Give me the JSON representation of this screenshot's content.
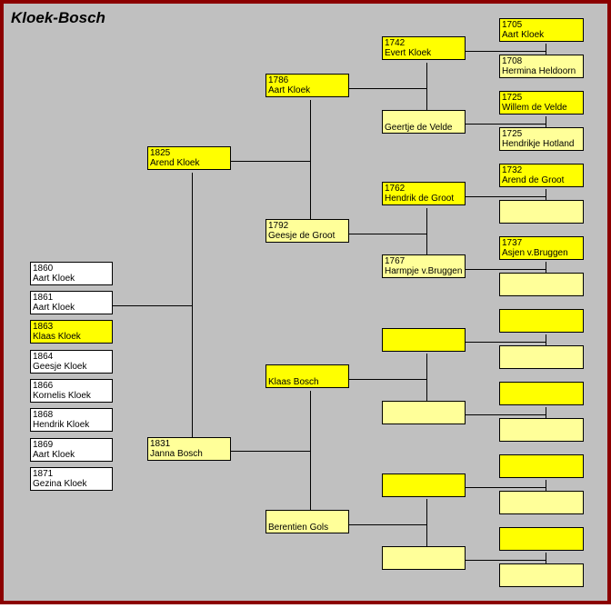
{
  "title": "Kloek-Bosch",
  "colors": {
    "border": "#8b0000",
    "background": "#c0c0c0",
    "known": "#ffff00",
    "unknown": "#ffff99",
    "child": "#ffffff"
  },
  "children": [
    {
      "year": "1860",
      "name": "Aart Kloek"
    },
    {
      "year": "1861",
      "name": "Aart Kloek"
    },
    {
      "year": "1863",
      "name": "Klaas Kloek"
    },
    {
      "year": "1864",
      "name": "Geesje Kloek"
    },
    {
      "year": "1866",
      "name": "Kornelis Kloek"
    },
    {
      "year": "1868",
      "name": "Hendrik Kloek"
    },
    {
      "year": "1869",
      "name": "Aart Kloek"
    },
    {
      "year": "1871",
      "name": "Gezina Kloek"
    }
  ],
  "parents": [
    {
      "year": "1825",
      "name": "Arend Kloek"
    },
    {
      "year": "1831",
      "name": "Janna Bosch"
    }
  ],
  "grandparents": [
    {
      "year": "1786",
      "name": "Aart Kloek"
    },
    {
      "year": "1792",
      "name": "Geesje de Groot"
    },
    {
      "year": "",
      "name": "Klaas Bosch"
    },
    {
      "year": "",
      "name": "Berentien Gols"
    }
  ],
  "great_grandparents": [
    {
      "year": "1742",
      "name": "Evert Kloek"
    },
    {
      "year": "",
      "name": "Geertje de Velde"
    },
    {
      "year": "1762",
      "name": "Hendrik de Groot"
    },
    {
      "year": "1767",
      "name": "Harmpje v.Bruggen"
    },
    {
      "year": "",
      "name": ""
    },
    {
      "year": "",
      "name": ""
    },
    {
      "year": "",
      "name": ""
    },
    {
      "year": "",
      "name": ""
    }
  ],
  "great_great_grandparents": [
    {
      "year": "1705",
      "name": "Aart Kloek"
    },
    {
      "year": "1708",
      "name": "Hermina Heldoorn"
    },
    {
      "year": "1725",
      "name": "Willem de Velde"
    },
    {
      "year": "1725",
      "name": "Hendrikje Hotland"
    },
    {
      "year": "1732",
      "name": "Arend de Groot"
    },
    {
      "year": "",
      "name": ""
    },
    {
      "year": "1737",
      "name": "Asjen v.Bruggen"
    },
    {
      "year": "",
      "name": ""
    },
    {
      "year": "",
      "name": ""
    },
    {
      "year": "",
      "name": ""
    },
    {
      "year": "",
      "name": ""
    },
    {
      "year": "",
      "name": ""
    },
    {
      "year": "",
      "name": ""
    },
    {
      "year": "",
      "name": ""
    },
    {
      "year": "",
      "name": ""
    },
    {
      "year": "",
      "name": ""
    }
  ]
}
